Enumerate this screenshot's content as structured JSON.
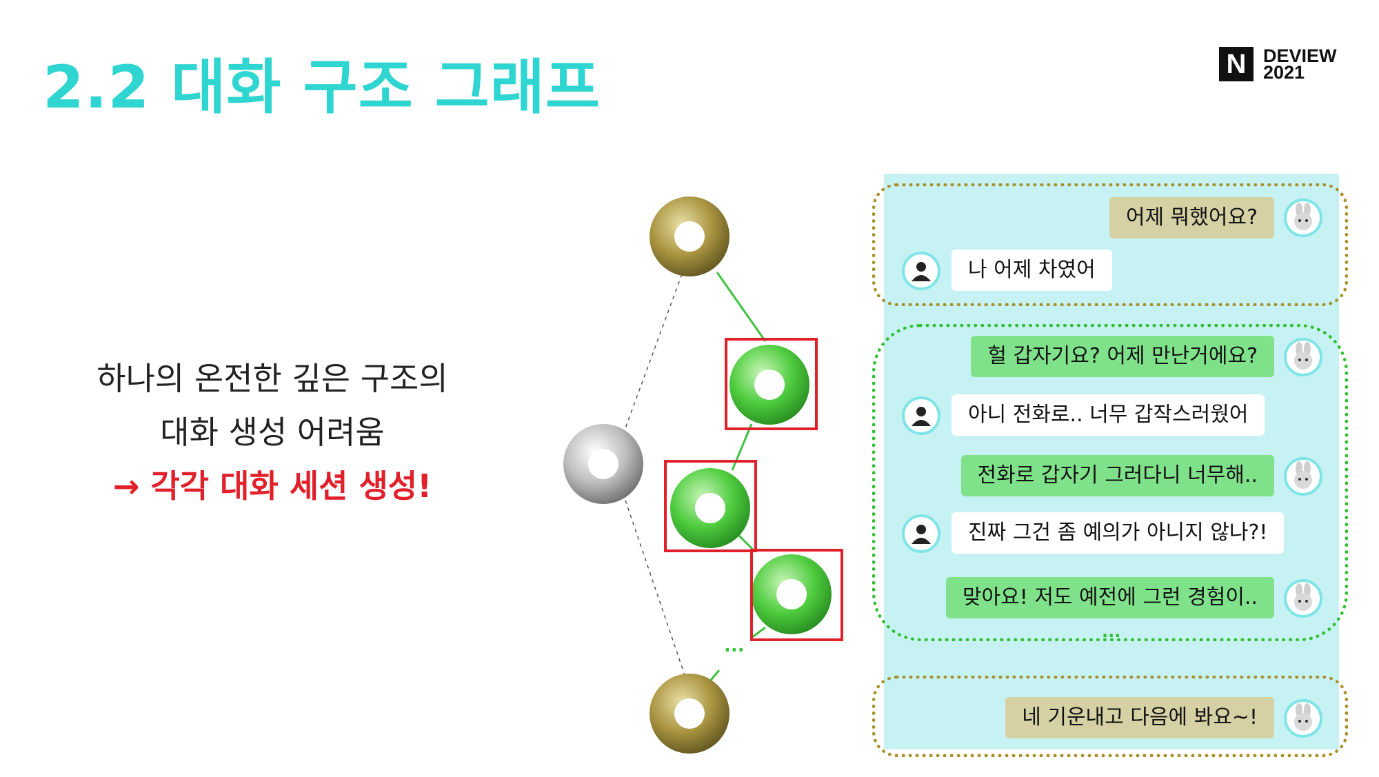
{
  "slide": {
    "title": "2.2 대화 구조 그래프",
    "brand_letter": "N",
    "brand_line1": "DEVIEW",
    "brand_line2": "2021"
  },
  "description": {
    "line1": "하나의 온전한 깊은 구조의",
    "line2": "대화 생성 어려움",
    "line3": "→ 각각 대화 세션 생성!"
  },
  "graph": {
    "ellipsis": "...",
    "colors": {
      "olive": "#8d7d3a",
      "green": "#3fc23f",
      "gray": "#9a9a9a",
      "highlight": "#e0202a"
    }
  },
  "chat": {
    "messages": [
      {
        "speaker": "bot",
        "text": "어제 뭐했어요?"
      },
      {
        "speaker": "user",
        "text": "나 어제 차였어"
      },
      {
        "speaker": "bot",
        "text": "헐 갑자기요? 어제 만난거에요?"
      },
      {
        "speaker": "user",
        "text": "아니 전화로.. 너무 갑작스러웠어"
      },
      {
        "speaker": "bot",
        "text": "전화로 갑자기 그러다니 너무해.."
      },
      {
        "speaker": "user",
        "text": "진짜 그건 좀 예의가 아니지 않나?!"
      },
      {
        "speaker": "bot",
        "text": "맞아요! 저도 예전에 그런 경험이.."
      },
      {
        "speaker": "bot",
        "text": "네 기운내고 다음에 봐요~!"
      }
    ],
    "ellipsis": "..."
  }
}
